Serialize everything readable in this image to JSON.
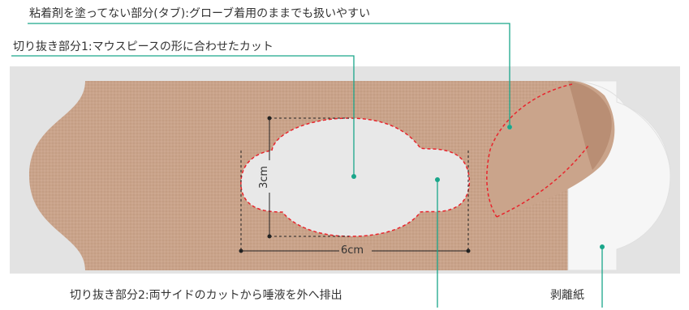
{
  "callouts": {
    "tab": "粘着剤を塗ってない部分(タブ):グローブ着用のままでも扱いやすい",
    "cutout1": "切り抜き部分1:マウスピースの形に合わせたカット",
    "cutout2": "切り抜き部分2:両サイドのカットから唾液を外へ排出",
    "liner": "剥離紙"
  },
  "dimensions": {
    "width": "6cm",
    "height": "3cm"
  },
  "colors": {
    "background_panel": "#e3e3e3",
    "tape": "#c9a38a",
    "cutout": "#e8e8e8",
    "dashed_outline": "#e8242c",
    "leader_line": "#1aa68a",
    "liner": "#f5f5f5"
  }
}
